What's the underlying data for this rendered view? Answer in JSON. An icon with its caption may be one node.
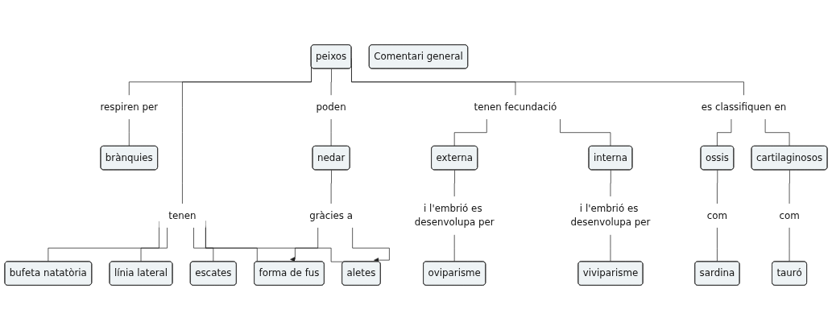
{
  "diagram": {
    "nodes": [
      {
        "text": [
          "Comentari general"
        ]
      },
      {
        "text": [
          "peixos"
        ]
      },
      {
        "text": [
          "tenen"
        ]
      },
      {
        "text": [
          "respiren per"
        ]
      },
      {
        "text": [
          "poden"
        ]
      },
      {
        "text": [
          "tenen fecundació"
        ]
      },
      {
        "text": [
          "es classifiquen en"
        ]
      },
      {
        "text": [
          "bufeta natatòria"
        ]
      },
      {
        "text": [
          "línia lateral"
        ]
      },
      {
        "text": [
          "escates"
        ]
      },
      {
        "text": [
          "forma de fus"
        ]
      },
      {
        "text": [
          "aletes"
        ]
      },
      {
        "text": [
          "brànquies"
        ]
      },
      {
        "text": [
          "nedar"
        ]
      },
      {
        "text": [
          "gràcies a"
        ]
      },
      {
        "text": [
          "externa"
        ]
      },
      {
        "text": [
          "interna"
        ]
      },
      {
        "text": [
          "i l'embrió es desenvolupa per"
        ]
      },
      {
        "text": [
          "i l'embrió es desenvolupa per"
        ]
      },
      {
        "text": [
          "oviparisme"
        ]
      },
      {
        "text": [
          "viviparisme"
        ]
      },
      {
        "text": [
          "ossis"
        ]
      },
      {
        "text": [
          "cartilaginosos"
        ]
      },
      {
        "text": [
          "com"
        ]
      },
      {
        "text": [
          "com"
        ]
      },
      {
        "text": [
          "sardina"
        ]
      },
      {
        "text": [
          "tauró"
        ]
      }
    ],
    "edges": [
      {
        "from": 1,
        "to": 2,
        "arrow": "none"
      },
      {
        "from": 1,
        "to": 3,
        "arrow": "none"
      },
      {
        "from": 1,
        "to": 4,
        "arrow": "none"
      },
      {
        "from": 1,
        "to": 5,
        "arrow": "none"
      },
      {
        "from": 1,
        "to": 6,
        "arrow": "none"
      },
      {
        "from": 2,
        "to": 7,
        "arrow": "none"
      },
      {
        "from": 2,
        "to": 8,
        "arrow": "none"
      },
      {
        "from": 2,
        "to": 9,
        "arrow": "none"
      },
      {
        "from": 2,
        "to": 10,
        "arrow": "none"
      },
      {
        "from": 2,
        "to": 11,
        "arrow": "none"
      },
      {
        "from": 3,
        "to": 12,
        "arrow": "none"
      },
      {
        "from": 4,
        "to": 13,
        "arrow": "none"
      },
      {
        "from": 13,
        "to": 14,
        "arrow": "none"
      },
      {
        "from": 14,
        "to": 11,
        "arrow": "to"
      },
      {
        "from": 14,
        "to": 10,
        "arrow": "to"
      },
      {
        "from": 5,
        "to": 15,
        "arrow": "none"
      },
      {
        "from": 5,
        "to": 16,
        "arrow": "none"
      },
      {
        "from": 15,
        "to": 17,
        "arrow": "none"
      },
      {
        "from": 17,
        "to": 19,
        "arrow": "none"
      },
      {
        "from": 16,
        "to": 18,
        "arrow": "none"
      },
      {
        "from": 18,
        "to": 20,
        "arrow": "none"
      },
      {
        "from": 6,
        "to": 21,
        "arrow": "none"
      },
      {
        "from": 6,
        "to": 22,
        "arrow": "none"
      },
      {
        "from": 21,
        "to": 23,
        "arrow": "none"
      },
      {
        "from": 23,
        "to": 25,
        "arrow": "none"
      },
      {
        "from": 22,
        "to": 24,
        "arrow": "none"
      },
      {
        "from": 24,
        "to": 26,
        "arrow": "none"
      }
    ]
  }
}
